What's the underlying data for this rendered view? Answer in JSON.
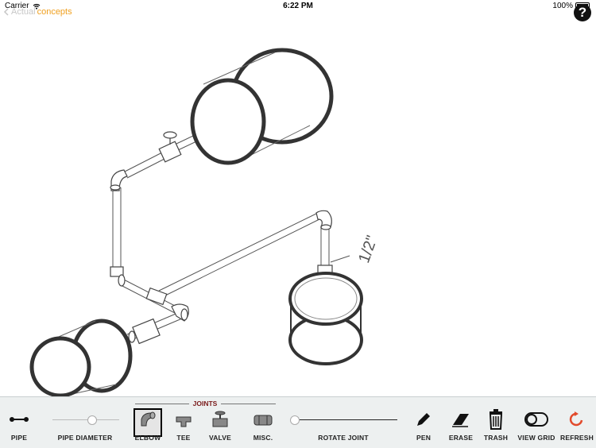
{
  "status": {
    "carrier": "Carrier",
    "time": "6:22 PM",
    "battery": "100%"
  },
  "header": {
    "back_word1": "Actual",
    "back_word2": "concepts",
    "help": "?"
  },
  "annotation": {
    "text": "1/2\""
  },
  "toolbar": {
    "pipe": "PIPE",
    "pipe_diameter": "PIPE DIAMETER",
    "joints": "JOINTS",
    "elbow": "ELBOW",
    "tee": "TEE",
    "valve": "VALVE",
    "misc": "MISC.",
    "rotate_joint": "ROTATE JOINT",
    "pen": "PEN",
    "erase": "ERASE",
    "trash": "TRASH",
    "view_grid": "VIEW GRID",
    "refresh": "REFRESH"
  },
  "colors": {
    "accent": "#f0a020",
    "refresh": "#e24a2b",
    "joints_title": "#7a1a1a",
    "toolbar_bg": "#edf0f0"
  },
  "icons": [
    "wifi-icon",
    "battery-icon",
    "back-chevron-icon",
    "help-icon",
    "pipe-icon",
    "elbow-icon",
    "tee-icon",
    "valve-icon",
    "misc-icon",
    "pen-icon",
    "erase-icon",
    "trash-icon",
    "toggle-grid-icon",
    "refresh-icon"
  ]
}
